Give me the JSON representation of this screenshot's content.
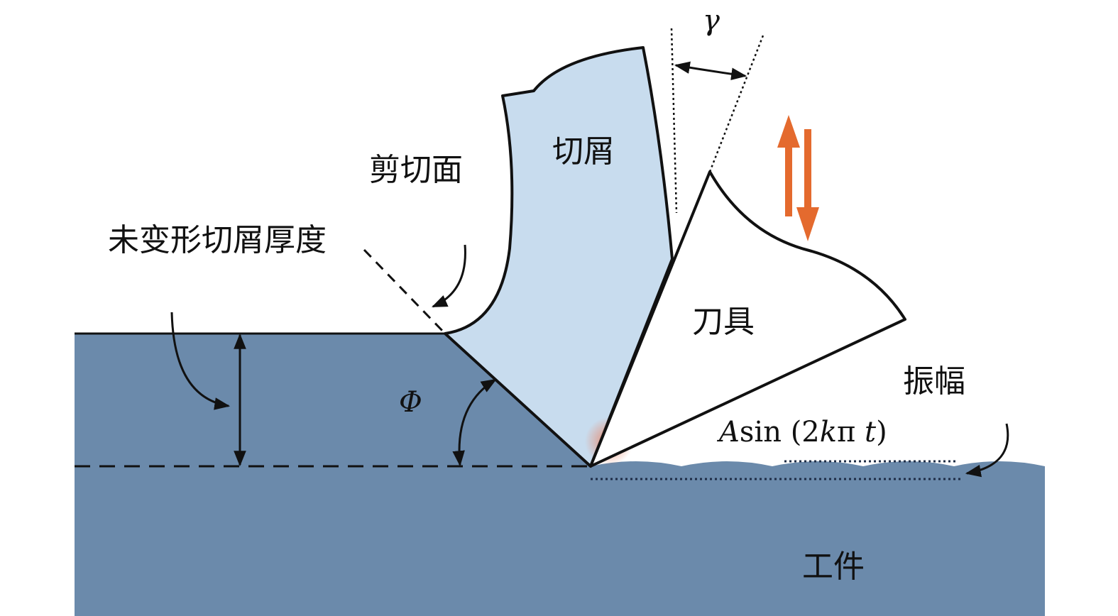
{
  "labels": {
    "shear_plane": "剪切面",
    "chip": "切屑",
    "undeformed_chip_thickness": "未变形切屑厚度",
    "tool": "刀具",
    "amplitude": "振幅",
    "workpiece": "工件",
    "rake_angle_symbol": "γ",
    "shear_angle_symbol": "Φ"
  },
  "formula": {
    "a": "A",
    "sin": "sin (2",
    "k": "k",
    "pi": "π ",
    "t": "t",
    "close": ")"
  },
  "colors": {
    "workpiece": "#6b8aab",
    "chip": "#c8dcee",
    "tool": "#ffffff",
    "outline": "#111111",
    "vibration_arrow": "#e46a2e",
    "contact_glow": "#e8876a"
  }
}
